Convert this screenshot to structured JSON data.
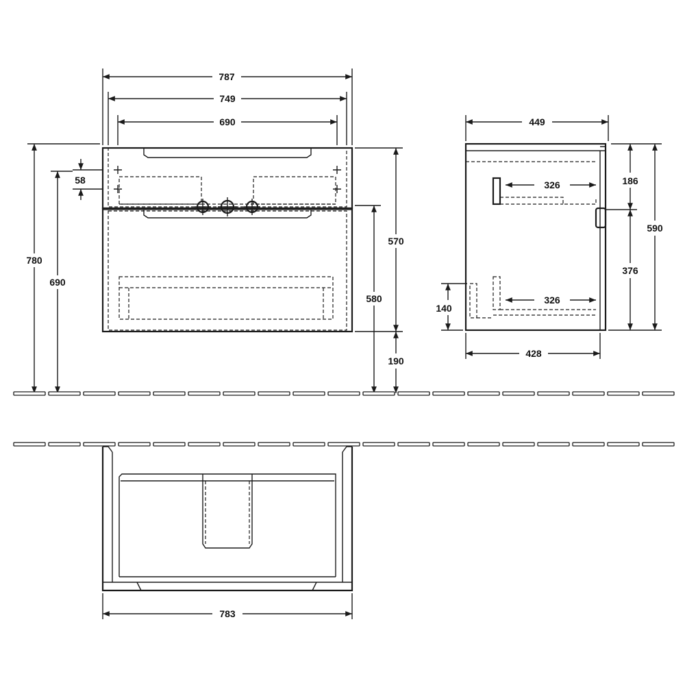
{
  "dimensions": {
    "front_width_overall": "787",
    "front_width_body": "749",
    "front_width_inner": "690",
    "front_offset_top": "58",
    "front_height_total": "780",
    "front_height_drain": "690",
    "front_height_cabinet": "570",
    "front_height_siphon": "580",
    "front_height_leg": "190",
    "side_depth_overall": "449",
    "side_drawer_top_depth": "326",
    "side_drawer_bottom_depth": "326",
    "side_height_top_drawer": "186",
    "side_height_bottom_drawer": "376",
    "side_height_cabinet": "590",
    "side_height_base": "140",
    "side_depth_body": "428",
    "bottom_width": "783"
  }
}
